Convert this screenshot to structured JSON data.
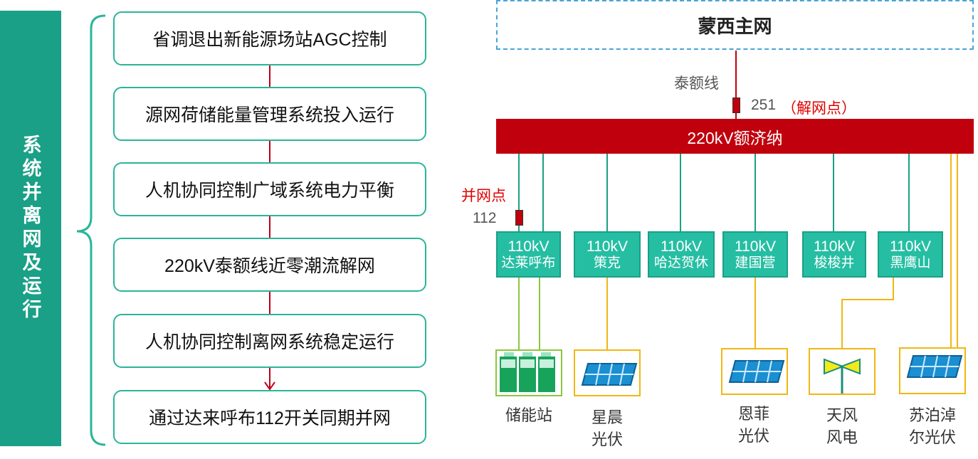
{
  "left_panel": {
    "title": "系统并离网及运行",
    "steps": [
      "省调退出新能源场站AGC控制",
      "源网荷储能量管理系统投入运行",
      "人机协同控制广域系统电力平衡",
      "220kV泰额线近零潮流解网",
      "人机协同控制离网系统稳定运行",
      "通过达来呼布112开关同期并网"
    ]
  },
  "grid": {
    "main_grid": "蒙西主网",
    "line_name": "泰额线",
    "split_breaker": "251",
    "split_label": "（解网点）",
    "bus": "220kV额济纳",
    "join_label": "并网点",
    "join_breaker": "112",
    "substations": [
      {
        "line1": "110kV",
        "line2": "达莱呼布"
      },
      {
        "line1": "110kV",
        "line2": "策克"
      },
      {
        "line1": "110kV",
        "line2": "哈达贺休"
      },
      {
        "line1": "110kV",
        "line2": "建国营"
      },
      {
        "line1": "110kV",
        "line2": "梭梭井"
      },
      {
        "line1": "110kV",
        "line2": "黑鹰山"
      }
    ],
    "units": [
      {
        "label1": "储能站",
        "label2": "",
        "icon": "battery-icon"
      },
      {
        "label1": "星晨",
        "label2": "光伏",
        "icon": "solar-panel-icon"
      },
      {
        "label1": "恩菲",
        "label2": "光伏",
        "icon": "solar-panel-icon"
      },
      {
        "label1": "天风",
        "label2": "风电",
        "icon": "wind-turbine-icon"
      },
      {
        "label1": "苏泊淖",
        "label2": "尔光伏",
        "icon": "solar-panel-icon"
      }
    ],
    "colors": {
      "bus": "#c0000d",
      "substation": "#26bea3",
      "green_line": "#1aa086",
      "yellow_line": "#f1b712",
      "battery_line": "#8dc63f"
    }
  }
}
